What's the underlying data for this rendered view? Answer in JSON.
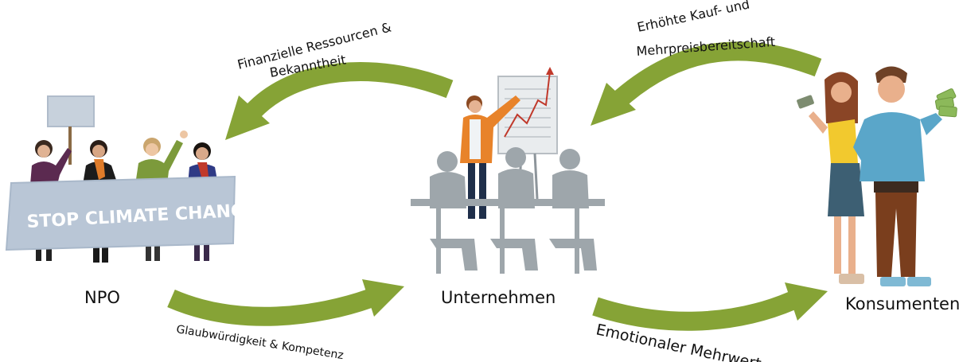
{
  "nodes": {
    "npo": {
      "label": "NPO",
      "banner_text": "STOP CLIMATE CHANGE!"
    },
    "unternehmen": {
      "label": "Unternehmen"
    },
    "konsumenten": {
      "label": "Konsumenten"
    }
  },
  "flows": {
    "unternehmen_to_npo": {
      "line1": "Finanzielle Ressourcen &",
      "line2": "Bekanntheit"
    },
    "konsumenten_to_unternehmen": {
      "line1": "Erhöhte Kauf- und",
      "line2": "Mehrpreisbereitschaft"
    },
    "npo_to_unternehmen": {
      "label": "Glaubwürdigkeit  & Kompetenz"
    },
    "unternehmen_to_konsumenten": {
      "label": "Emotionaler Mehrwert"
    }
  },
  "colors": {
    "arrow": "#86a336",
    "banner": "#b9c6d6",
    "banner_text": "#ffffff",
    "silhouette": "#9ea6ab"
  }
}
